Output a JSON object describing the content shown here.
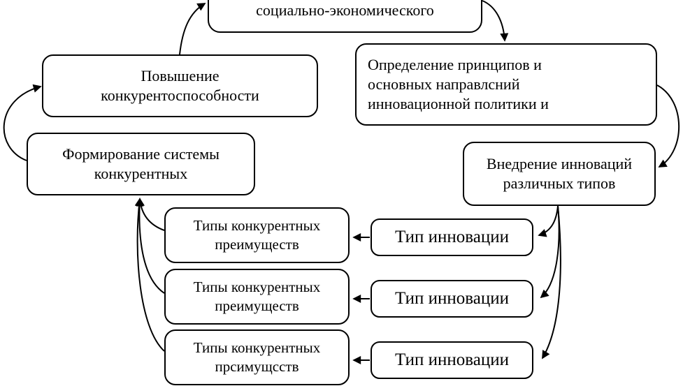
{
  "diagram": {
    "colors": {
      "stroke": "#000000",
      "box_fill": "#ffffff",
      "text": "#000000"
    },
    "nodes": {
      "social_economic": {
        "lines": [
          "социально-экономического"
        ]
      },
      "povyshenie": {
        "lines": [
          "Повышение",
          "конкурентоспособности"
        ]
      },
      "opredelenie": {
        "lines": [
          "Определение принципов и",
          "основных направлсний",
          "инновационной политики и"
        ]
      },
      "formirovanie": {
        "lines": [
          "Формирование системы",
          "конкурентных"
        ]
      },
      "vnedrenie": {
        "lines": [
          "Внедрение инноваций",
          "различных типов"
        ]
      },
      "tipy_1": {
        "lines": [
          "Типы конкурентных",
          "преимуществ"
        ]
      },
      "tipy_2": {
        "lines": [
          "Типы конкурентных",
          "преимуществ"
        ]
      },
      "tipy_3": {
        "lines": [
          "Типы конкурентных",
          "прсимущсств"
        ]
      },
      "tip_1": {
        "lines": [
          "Тип инновации"
        ]
      },
      "tip_2": {
        "lines": [
          "Тип инновации"
        ]
      },
      "tip_3": {
        "lines": [
          "Тип инновации"
        ]
      }
    },
    "edges": [
      {
        "from": "formirovanie",
        "to": "povyshenie"
      },
      {
        "from": "povyshenie",
        "to": "social_economic"
      },
      {
        "from": "social_economic",
        "to": "opredelenie"
      },
      {
        "from": "opredelenie",
        "to": "vnedrenie"
      },
      {
        "from": "vnedrenie",
        "to": "tip_1"
      },
      {
        "from": "vnedrenie",
        "to": "tip_2"
      },
      {
        "from": "vnedrenie",
        "to": "tip_3"
      },
      {
        "from": "tip_1",
        "to": "tipy_1"
      },
      {
        "from": "tip_2",
        "to": "tipy_2"
      },
      {
        "from": "tip_3",
        "to": "tipy_3"
      },
      {
        "from": "tipy_1",
        "to": "formirovanie"
      },
      {
        "from": "tipy_2",
        "to": "formirovanie"
      },
      {
        "from": "tipy_3",
        "to": "formirovanie"
      }
    ]
  }
}
